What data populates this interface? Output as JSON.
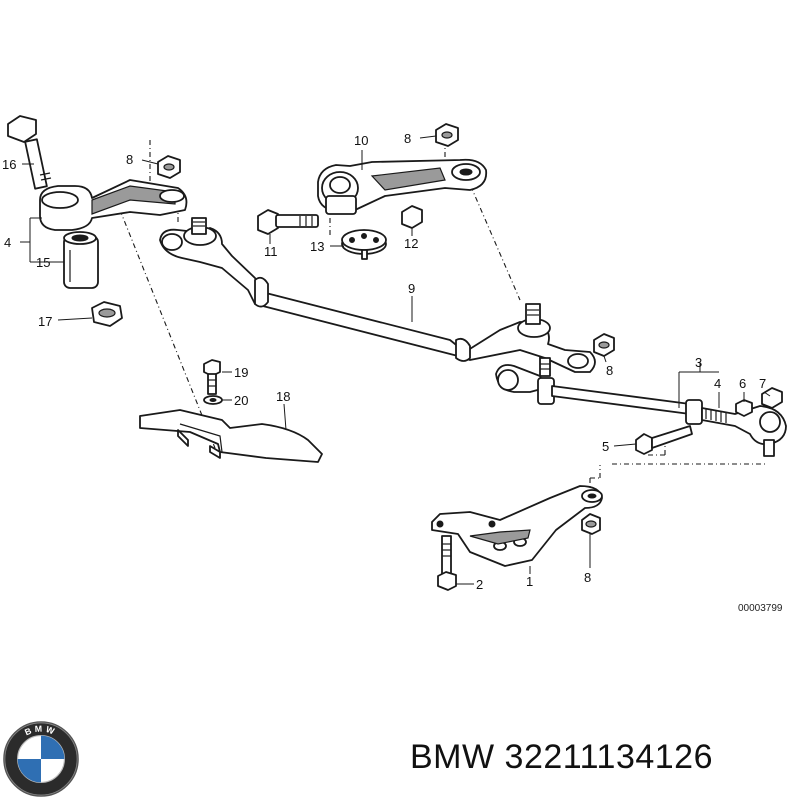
{
  "diagram": {
    "reference_code": "00003799",
    "callouts": [
      {
        "id": "c16",
        "label": "16"
      },
      {
        "id": "c14",
        "label": "4"
      },
      {
        "id": "c15",
        "label": "15"
      },
      {
        "id": "c17",
        "label": "17"
      },
      {
        "id": "c8a",
        "label": "8"
      },
      {
        "id": "c10",
        "label": "10"
      },
      {
        "id": "c8b",
        "label": "8"
      },
      {
        "id": "c11",
        "label": "11"
      },
      {
        "id": "c13",
        "label": "13"
      },
      {
        "id": "c12",
        "label": "12"
      },
      {
        "id": "c9",
        "label": "9"
      },
      {
        "id": "c8c",
        "label": "8"
      },
      {
        "id": "c3",
        "label": "3"
      },
      {
        "id": "c4",
        "label": "4"
      },
      {
        "id": "c6",
        "label": "6"
      },
      {
        "id": "c7",
        "label": "7"
      },
      {
        "id": "c5",
        "label": "5"
      },
      {
        "id": "c19",
        "label": "19"
      },
      {
        "id": "c20",
        "label": "20"
      },
      {
        "id": "c18",
        "label": "18"
      },
      {
        "id": "c2",
        "label": "2"
      },
      {
        "id": "c1",
        "label": "1"
      },
      {
        "id": "c8d",
        "label": "8"
      }
    ]
  },
  "footer": {
    "brand": "BMW",
    "part_number": "32211134126",
    "text": "BMW 32211134126",
    "logo_letters": "BMW"
  }
}
